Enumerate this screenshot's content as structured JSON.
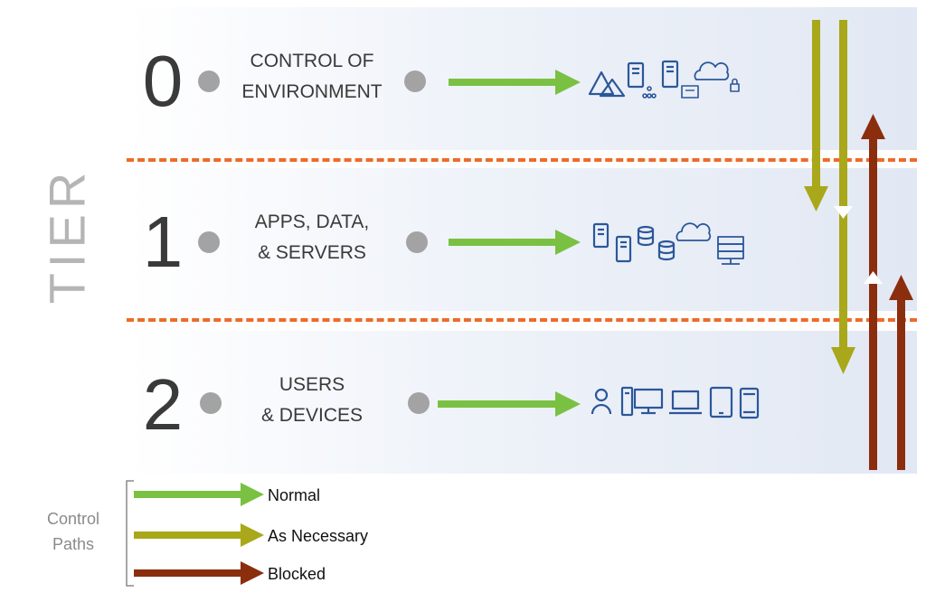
{
  "tier_label": "TIER",
  "tiers": [
    {
      "number": "0",
      "line1": "CONTROL OF",
      "line2": "ENVIRONMENT"
    },
    {
      "number": "1",
      "line1": "APPS, DATA,",
      "line2": "& SERVERS"
    },
    {
      "number": "2",
      "line1": "USERS",
      "line2": "& DEVICES"
    }
  ],
  "legend": {
    "title_line1": "Control",
    "title_line2": "Paths",
    "items": [
      {
        "label": "Normal",
        "color": "#7ac143"
      },
      {
        "label": "As Necessary",
        "color": "#a8a81a"
      },
      {
        "label": "Blocked",
        "color": "#8b2e0e"
      }
    ]
  },
  "colors": {
    "normal": "#7ac143",
    "as_necessary": "#a8a81a",
    "blocked": "#8b2e0e",
    "divider": "#ef6a2a",
    "icon": "#2b579a"
  },
  "icons": {
    "tier0": [
      "azure-ad-icon",
      "server-org-icon",
      "server-cert-icon",
      "cloud-lock-icon"
    ],
    "tier1": [
      "server-icon",
      "server-icon",
      "database-icon",
      "database-icon",
      "cloud-icon",
      "server-rack-icon"
    ],
    "tier2": [
      "user-icon",
      "desktop-icon",
      "laptop-icon",
      "tablet-icon",
      "phone-icon"
    ]
  }
}
